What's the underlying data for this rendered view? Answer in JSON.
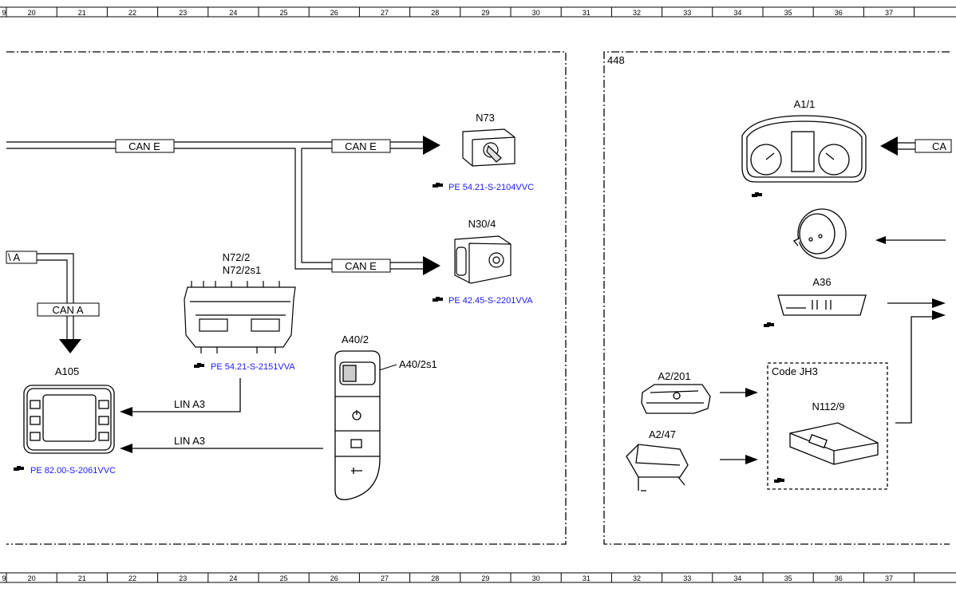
{
  "ruler": {
    "top": [
      "9",
      "20",
      "21",
      "22",
      "23",
      "24",
      "25",
      "26",
      "27",
      "28",
      "29",
      "30",
      "31",
      "32",
      "33",
      "34",
      "35",
      "36",
      "37"
    ],
    "bottom": [
      "9",
      "20",
      "21",
      "22",
      "23",
      "24",
      "25",
      "26",
      "27",
      "28",
      "29",
      "30",
      "31",
      "32",
      "33",
      "34",
      "35",
      "36",
      "37"
    ]
  },
  "bus": {
    "can_e_1": "CAN E",
    "can_e_2": "CAN E",
    "can_e_3": "CAN E",
    "can_a_left": "\\ A",
    "can_a": "CAN A",
    "can_a_right": "CA",
    "lin_1": "LIN A3",
    "lin_2": "LIN A3"
  },
  "components": {
    "n73": "N73",
    "n30_4": "N30/4",
    "n72_2": "N72/2",
    "n72_2s1": "N72/2s1",
    "a40_2": "A40/2",
    "a40_2s1": "A40/2s1",
    "a105": "A105",
    "a1_1": "A1/1",
    "a36": "A36",
    "a2_201": "A2/201",
    "a2_47": "A2/47",
    "n112_9": "N112/9"
  },
  "refs": {
    "n73": "PE 54.21-S-2104VVC",
    "n30_4": "PE 42.45-S-2201VVA",
    "n72": "PE 54.21-S-2151VVA",
    "a105": "PE 82.00-S-2061VVC"
  },
  "frames": {
    "right_number": "448",
    "code_box": "Code JH3"
  },
  "colors": {
    "link": "#1a1aff",
    "line": "#000000"
  },
  "icons": [
    "hand-pointer-icon"
  ]
}
